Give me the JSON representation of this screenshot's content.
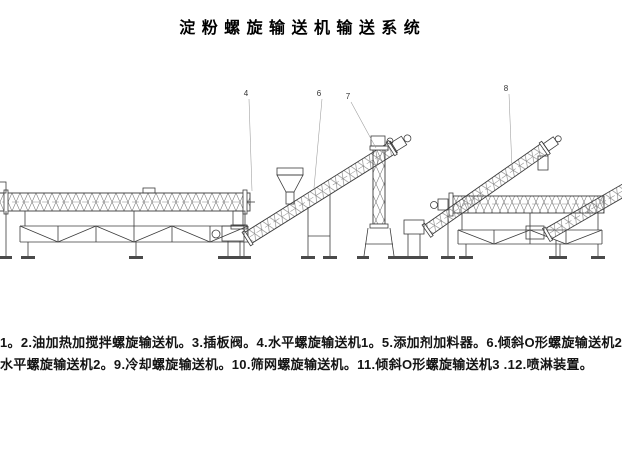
{
  "title": "淀 粉 螺 旋 输 送 机 输 送 系 统",
  "caption": {
    "line1": "1。2.油加热加搅拌螺旋输送机。3.插板阀。4.水平螺旋输送机1。5.添加剂加料器。6.倾斜O形螺旋输送机2",
    "line2": "水平螺旋输送机2。9.冷却螺旋输送机。10.筛网螺旋输送机。11.倾斜O形螺旋输送机3 .12.喷淋装置。"
  },
  "callouts": [
    {
      "label": "4"
    },
    {
      "label": "6"
    },
    {
      "label": "7"
    },
    {
      "label": "8"
    }
  ],
  "colors": {
    "background": "#ffffff",
    "line": "#3c3c3c",
    "text": "#000000"
  }
}
